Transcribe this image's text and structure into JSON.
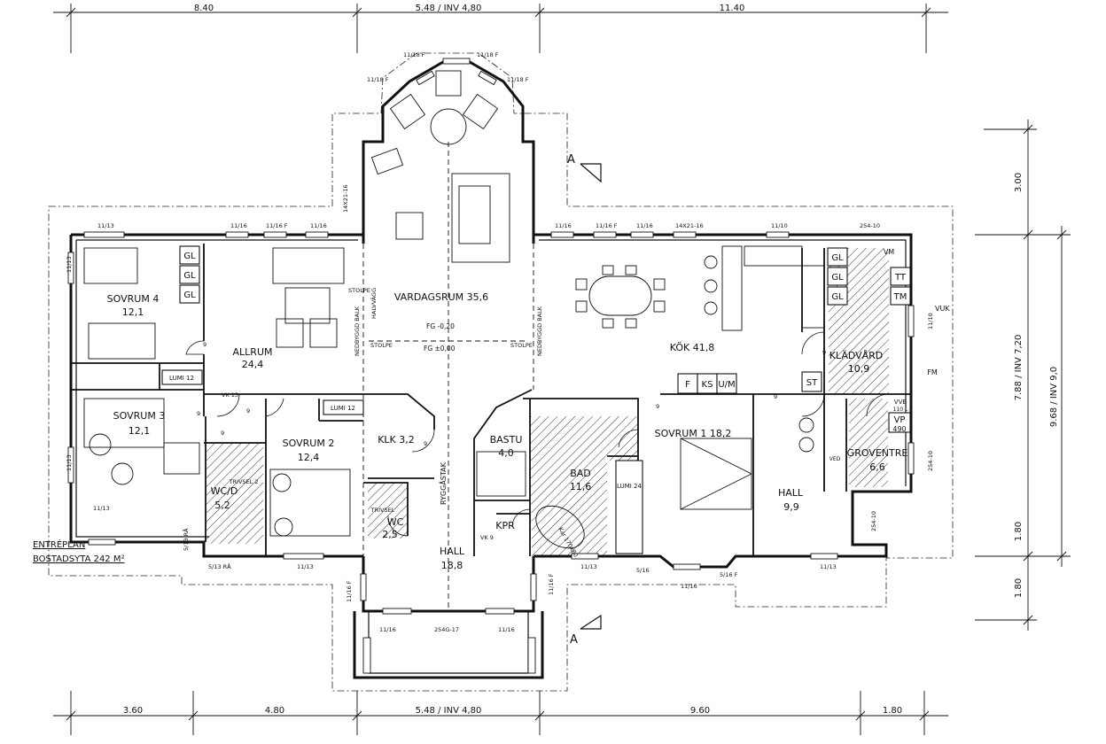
{
  "dimensions": {
    "top": [
      "8.40",
      "5.48 / INV 4,80",
      "11.40"
    ],
    "bottom": [
      "3.60",
      "4.80",
      "5.48 / INV 4,80",
      "9.60",
      "1.80"
    ],
    "right_outer": [
      "3.00",
      "7.88 / INV 7,20",
      "1.80",
      "1.80"
    ],
    "right_total": "9.68 / INV 9,0"
  },
  "plan": {
    "title": "ENTRÉPLAN",
    "area": "BOSTADSYTA 242 M²"
  },
  "section_marker": "A",
  "rooms": {
    "sovrum4": {
      "name": "SOVRUM 4",
      "area": "12,1"
    },
    "sovrum3": {
      "name": "SOVRUM 3",
      "area": "12,1"
    },
    "allrum": {
      "name": "ALLRUM",
      "area": "24,4"
    },
    "sovrum2": {
      "name": "SOVRUM 2",
      "area": "12,4"
    },
    "wcd": {
      "name": "WC/D",
      "area": "5,2"
    },
    "klk": {
      "name": "KLK 3,2"
    },
    "wc": {
      "name": "WC",
      "area": "2,5"
    },
    "hall1": {
      "name": "HALL",
      "area": "18,8"
    },
    "vardagsrum": {
      "name": "VARDAGSRUM 35,6"
    },
    "kok": {
      "name": "KÖK 41,8"
    },
    "bastu": {
      "name": "BASTU",
      "area": "4,0"
    },
    "bad": {
      "name": "BAD",
      "area": "11,6"
    },
    "kpr": {
      "name": "KPR"
    },
    "sovrum1": {
      "name": "SOVRUM 1 18,2"
    },
    "hall2": {
      "name": "HALL",
      "area": "9,9"
    },
    "kladvard": {
      "name": "KLÄDVÅRD",
      "area": "10,9"
    },
    "groventre": {
      "name": "GROVENTRE",
      "area": "6,6"
    }
  },
  "fixtures": {
    "gl": "GL",
    "tt": "TT",
    "tm": "TM",
    "st": "ST",
    "f": "F",
    "ks": "KS",
    "um": "U/M",
    "vp": "VP",
    "vp2": "490",
    "vvb": "VVB",
    "vvb2": "110 L",
    "vm": "VM",
    "fm": "FM",
    "ved": "VED",
    "lumi12": "LUMI 12",
    "lumi24": "LUMI 24",
    "trivsel": "TRIVSEL",
    "trivsel2": "TRIVSEL 2"
  },
  "annotations": {
    "fg1": "FG -0,20",
    "fg2": "FG ±0,00",
    "halvvagg": "HALVVÄGG",
    "nedbyggd_balk": "NEDBYGGD BALK",
    "stolpe": "STOLPE",
    "ryggastak": "RYGGÅSTAK",
    "vk13": "VK 13",
    "vk9": "VK 9",
    "vuk": "VUK",
    "door9": "9",
    "w_11_16": "11/16",
    "w_11_16f": "11/16 F",
    "w_11_13": "11/13",
    "w_11_10": "11/10",
    "w_11_18f": "11/18 F",
    "w_14_21": "14X21-16",
    "w_254_10": "254-10",
    "w_5_13ra": "5/13 RÅ",
    "w_5_16": "5/16",
    "w_5_16f": "5/16 F",
    "w_254g": "254G-17",
    "kar": "Kar 170x80"
  }
}
